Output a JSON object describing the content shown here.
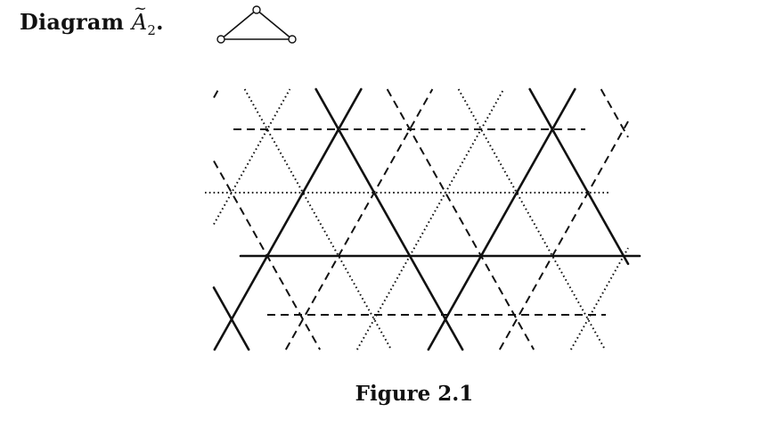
{
  "heading": {
    "label": "Diagram",
    "symbol": "A",
    "subscript": "2",
    "suffix": "."
  },
  "caption": "Figure 2.1",
  "line_styles": {
    "solid": "#111111",
    "dashed": "#111111",
    "dotted": "#111111"
  }
}
